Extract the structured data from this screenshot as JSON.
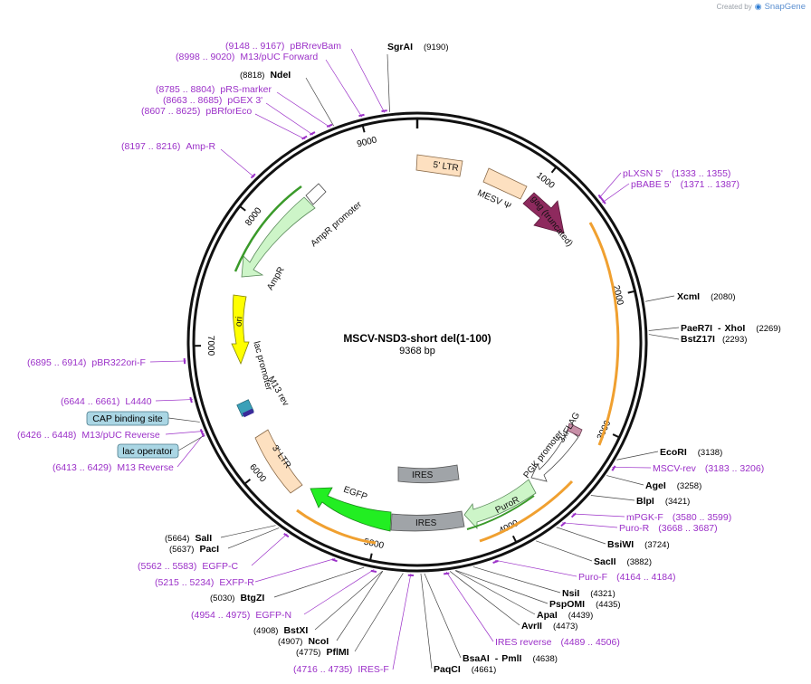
{
  "brand": {
    "prefix": "Created by",
    "name": "SnapGene"
  },
  "plasmid": {
    "name": "MSCV-NSD3-short del(1-100)",
    "size_label": "9368 bp",
    "length": 9368
  },
  "ticks": [
    1000,
    2000,
    3000,
    4000,
    5000,
    6000,
    7000,
    8000,
    9000
  ],
  "enzymes": [
    {
      "name": "SgrAI",
      "pos": "(9190)",
      "bp": 9190
    },
    {
      "name": "NdeI",
      "pos": "(8818)",
      "bp": 8818
    },
    {
      "name": "XcmI",
      "pos": "(2080)",
      "bp": 2080
    },
    {
      "name": "PaeR7I",
      "pos": "(2269)",
      "bp": 2269,
      "extra": "XhoI"
    },
    {
      "name": "BstZ17I",
      "pos": "(2293)",
      "bp": 2293
    },
    {
      "name": "EcoRI",
      "pos": "(3138)",
      "bp": 3138
    },
    {
      "name": "AgeI",
      "pos": "(3258)",
      "bp": 3258
    },
    {
      "name": "BlpI",
      "pos": "(3421)",
      "bp": 3421
    },
    {
      "name": "BsiWI",
      "pos": "(3724)",
      "bp": 3724
    },
    {
      "name": "SacII",
      "pos": "(3882)",
      "bp": 3882
    },
    {
      "name": "NsiI",
      "pos": "(4321)",
      "bp": 4321
    },
    {
      "name": "PspOMI",
      "pos": "(4435)",
      "bp": 4435
    },
    {
      "name": "ApaI",
      "pos": "(4439)",
      "bp": 4439
    },
    {
      "name": "AvrII",
      "pos": "(4473)",
      "bp": 4473
    },
    {
      "name": "BsaAI",
      "pos": "(4638)",
      "bp": 4638,
      "extra": "PmlI"
    },
    {
      "name": "PaqCI",
      "pos": "(4661)",
      "bp": 4661
    },
    {
      "name": "PflMI",
      "pos": "(4775)",
      "bp": 4775
    },
    {
      "name": "NcoI",
      "pos": "(4907)",
      "bp": 4907
    },
    {
      "name": "BstXI",
      "pos": "(4908)",
      "bp": 4908
    },
    {
      "name": "BtgZI",
      "pos": "(5030)",
      "bp": 5030
    },
    {
      "name": "PacI",
      "pos": "(5637)",
      "bp": 5637
    },
    {
      "name": "SalI",
      "pos": "(5664)",
      "bp": 5664
    }
  ],
  "primers": [
    {
      "name": "pBRrevBam",
      "range": "(9148 .. 9167)",
      "bp": 9157
    },
    {
      "name": "M13/pUC Forward",
      "range": "(8998 .. 9020)",
      "bp": 9009
    },
    {
      "name": "pRS-marker",
      "range": "(8785 .. 8804)",
      "bp": 8794
    },
    {
      "name": "pGEX 3'",
      "range": "(8663 .. 8685)",
      "bp": 8674
    },
    {
      "name": "pBRforEco",
      "range": "(8607 .. 8625)",
      "bp": 8616
    },
    {
      "name": "Amp-R",
      "range": "(8197 .. 8216)",
      "bp": 8206
    },
    {
      "name": "pBR322ori-F",
      "range": "(6895 .. 6914)",
      "bp": 6904
    },
    {
      "name": "L4440",
      "range": "(6644 .. 6661)",
      "bp": 6652
    },
    {
      "name": "M13/pUC Reverse",
      "range": "(6426 .. 6448)",
      "bp": 6437
    },
    {
      "name": "M13 Reverse",
      "range": "(6413 .. 6429)",
      "bp": 6421
    },
    {
      "name": "EGFP-C",
      "range": "(5562 .. 5583)",
      "bp": 5572
    },
    {
      "name": "EXFP-R",
      "range": "(5215 .. 5234)",
      "bp": 5224
    },
    {
      "name": "EGFP-N",
      "range": "(4954 .. 4975)",
      "bp": 4964
    },
    {
      "name": "IRES-F",
      "range": "(4716 .. 4735)",
      "bp": 4725
    },
    {
      "name": "IRES reverse",
      "range": "(4489 .. 4506)",
      "bp": 4497
    },
    {
      "name": "Puro-F",
      "range": "(4164 .. 4184)",
      "bp": 4174
    },
    {
      "name": "Puro-R",
      "range": "(3668 .. 3687)",
      "bp": 3677
    },
    {
      "name": "mPGK-F",
      "range": "(3580 .. 3599)",
      "bp": 3589
    },
    {
      "name": "MSCV-rev",
      "range": "(3183 .. 3206)",
      "bp": 3194
    },
    {
      "name": "pBABE 5'",
      "range": "(1371 .. 1387)",
      "bp": 1379
    },
    {
      "name": "pLXSN 5'",
      "range": "(1333 .. 1355)",
      "bp": 1344
    }
  ],
  "boxed_features": [
    {
      "name": "CAP binding site",
      "bp": 6500
    },
    {
      "name": "lac operator",
      "bp": 6410
    }
  ],
  "features": [
    {
      "name": "5' LTR"
    },
    {
      "name": "MESV Ψ"
    },
    {
      "name": "gag (truncated)"
    },
    {
      "name": "AmpR promoter"
    },
    {
      "name": "AmpR"
    },
    {
      "name": "ori"
    },
    {
      "name": "lac promoter"
    },
    {
      "name": "M13 rev"
    },
    {
      "name": "3' LTR"
    },
    {
      "name": "EGFP"
    },
    {
      "name": "IRES"
    },
    {
      "name": "IRES"
    },
    {
      "name": "PuroR"
    },
    {
      "name": "PGK promoter"
    },
    {
      "name": "3xFLAG"
    }
  ],
  "colors": {
    "backbone": "#111111",
    "primer": "#9b30c8",
    "ltr": "#fde0c0",
    "gag": "#8e2a5e",
    "amp": "#cdf5c8",
    "ori": "#ffff00",
    "egfp": "#22ee22",
    "ires": "#a0a4a8",
    "orange_line": "#f0a030",
    "green_line": "#3a9a2a",
    "box": "#aad6e4"
  }
}
